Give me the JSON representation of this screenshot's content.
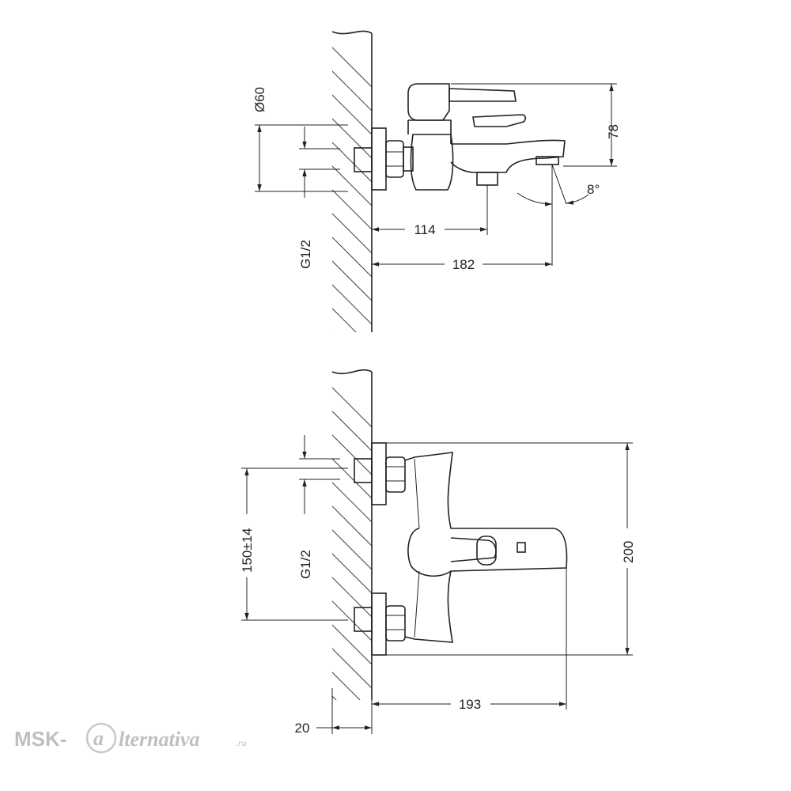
{
  "side_view": {
    "dims": {
      "diameter": "Ø60",
      "height": "78",
      "angle": "8°",
      "thread": "G1/2",
      "depth_inlet": "114",
      "depth_spout": "182"
    }
  },
  "top_view": {
    "dims": {
      "spacing": "150±14",
      "thread": "G1/2",
      "width": "200",
      "length": "193",
      "wall": "20"
    }
  },
  "watermark": {
    "prefix": "MSK-",
    "script": "lternativa",
    "suffix": ".ru"
  }
}
